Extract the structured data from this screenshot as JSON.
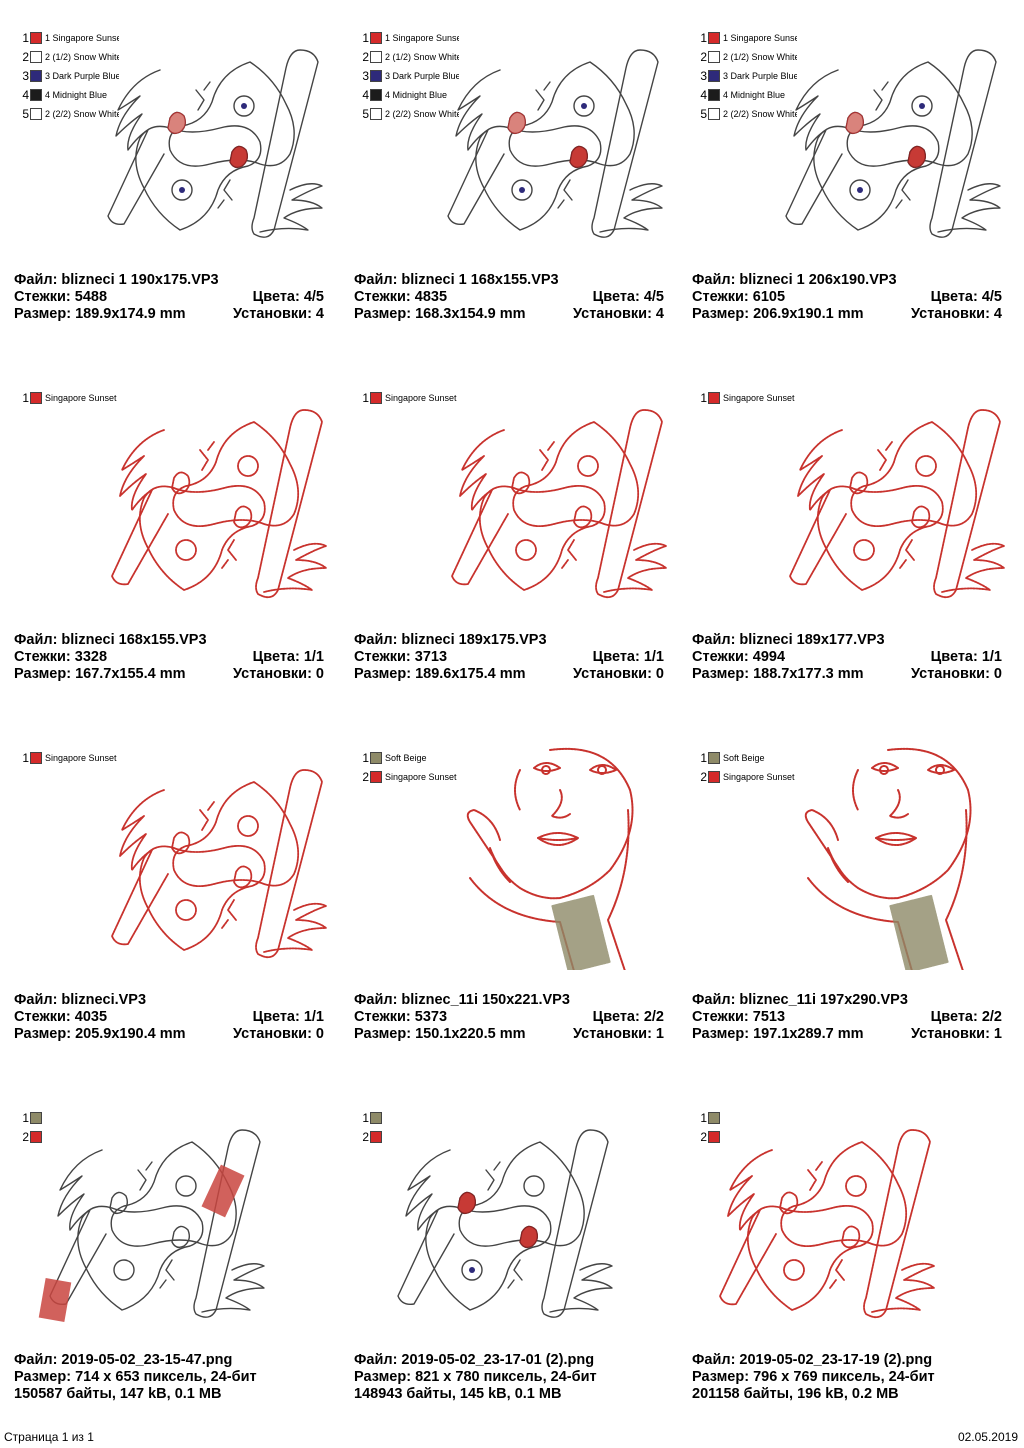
{
  "colors": {
    "singapore_sunset": "#d42a2a",
    "snow_white": "#ffffff",
    "dark_purple_blue": "#2e2a7a",
    "midnight_blue": "#1c1c1c",
    "soft_beige": "#8e8a68",
    "outline_red": "#c8322d",
    "outline_black": "#444444"
  },
  "cells": [
    {
      "legend": [
        {
          "num": "1",
          "swatch": "#d42a2a",
          "name": "1 Singapore Sunset"
        },
        {
          "num": "2",
          "swatch": "#ffffff",
          "name": "2 (1/2) Snow White"
        },
        {
          "num": "3",
          "swatch": "#2e2a7a",
          "name": "3 Dark Purple Blue"
        },
        {
          "num": "4",
          "swatch": "#1c1c1c",
          "name": "4 Midnight Blue"
        },
        {
          "num": "5",
          "swatch": "#ffffff",
          "name": "2 (2/2) Snow White"
        }
      ],
      "lines": [
        {
          "left": "Файл: blizneci 1  190x175.VP3",
          "right": ""
        },
        {
          "left": "Стежки: 5488",
          "right": "Цвета: 4/5"
        },
        {
          "left": "Размер: 189.9x174.9 mm",
          "right": "Установки: 4"
        }
      ]
    },
    {
      "legend": [
        {
          "num": "1",
          "swatch": "#d42a2a",
          "name": "1 Singapore Sunset"
        },
        {
          "num": "2",
          "swatch": "#ffffff",
          "name": "2 (1/2) Snow White"
        },
        {
          "num": "3",
          "swatch": "#2e2a7a",
          "name": "3 Dark Purple Blue"
        },
        {
          "num": "4",
          "swatch": "#1c1c1c",
          "name": "4 Midnight Blue"
        },
        {
          "num": "5",
          "swatch": "#ffffff",
          "name": "2 (2/2) Snow White"
        }
      ],
      "lines": [
        {
          "left": "Файл: blizneci 1 168x155.VP3",
          "right": ""
        },
        {
          "left": "Стежки: 4835",
          "right": "Цвета: 4/5"
        },
        {
          "left": "Размер: 168.3x154.9 mm",
          "right": "Установки: 4"
        }
      ]
    },
    {
      "legend": [
        {
          "num": "1",
          "swatch": "#d42a2a",
          "name": "1 Singapore Sunset"
        },
        {
          "num": "2",
          "swatch": "#ffffff",
          "name": "2 (1/2) Snow White"
        },
        {
          "num": "3",
          "swatch": "#2e2a7a",
          "name": "3 Dark Purple Blue"
        },
        {
          "num": "4",
          "swatch": "#1c1c1c",
          "name": "4 Midnight Blue"
        },
        {
          "num": "5",
          "swatch": "#ffffff",
          "name": "2 (2/2) Snow White"
        }
      ],
      "lines": [
        {
          "left": "Файл: blizneci 1 206x190.VP3",
          "right": ""
        },
        {
          "left": "Стежки: 6105",
          "right": "Цвета: 4/5"
        },
        {
          "left": "Размер: 206.9x190.1 mm",
          "right": "Установки: 4"
        }
      ]
    },
    {
      "legend": [
        {
          "num": "1",
          "swatch": "#d42a2a",
          "name": "Singapore Sunset"
        }
      ],
      "lines": [
        {
          "left": "Файл: blizneci 168x155.VP3",
          "right": ""
        },
        {
          "left": "Стежки: 3328",
          "right": "Цвета: 1/1"
        },
        {
          "left": "Размер: 167.7x155.4 mm",
          "right": "Установки: 0"
        }
      ]
    },
    {
      "legend": [
        {
          "num": "1",
          "swatch": "#d42a2a",
          "name": "Singapore Sunset"
        }
      ],
      "lines": [
        {
          "left": "Файл: blizneci 189x175.VP3",
          "right": ""
        },
        {
          "left": "Стежки: 3713",
          "right": "Цвета: 1/1"
        },
        {
          "left": "Размер: 189.6x175.4 mm",
          "right": "Установки: 0"
        }
      ]
    },
    {
      "legend": [
        {
          "num": "1",
          "swatch": "#d42a2a",
          "name": "Singapore Sunset"
        }
      ],
      "lines": [
        {
          "left": "Файл: blizneci 189x177.VP3",
          "right": ""
        },
        {
          "left": "Стежки: 4994",
          "right": "Цвета: 1/1"
        },
        {
          "left": "Размер: 188.7x177.3 mm",
          "right": "Установки: 0"
        }
      ]
    },
    {
      "legend": [
        {
          "num": "1",
          "swatch": "#d42a2a",
          "name": "Singapore Sunset"
        }
      ],
      "lines": [
        {
          "left": "Файл: blizneci.VP3",
          "right": ""
        },
        {
          "left": "Стежки: 4035",
          "right": "Цвета: 1/1"
        },
        {
          "left": "Размер: 205.9x190.4 mm",
          "right": "Установки: 0"
        }
      ]
    },
    {
      "legend": [
        {
          "num": "1",
          "swatch": "#8e8a68",
          "name": "Soft Beige"
        },
        {
          "num": "2",
          "swatch": "#d42a2a",
          "name": "Singapore Sunset"
        }
      ],
      "lines": [
        {
          "left": "Файл: bliznec_11i  150x221.VP3",
          "right": ""
        },
        {
          "left": "Стежки: 5373",
          "right": "Цвета: 2/2"
        },
        {
          "left": "Размер: 150.1x220.5 mm",
          "right": "Установки: 1"
        }
      ]
    },
    {
      "legend": [
        {
          "num": "1",
          "swatch": "#8e8a68",
          "name": "Soft Beige"
        },
        {
          "num": "2",
          "swatch": "#d42a2a",
          "name": "Singapore Sunset"
        }
      ],
      "lines": [
        {
          "left": "Файл: bliznec_11i  197x290.VP3",
          "right": ""
        },
        {
          "left": "Стежки: 7513",
          "right": "Цвета: 2/2"
        },
        {
          "left": "Размер: 197.1x289.7 mm",
          "right": "Установки: 1"
        }
      ]
    },
    {
      "legend": [
        {
          "num": "1",
          "swatch": "#8e8a68",
          "name": ""
        },
        {
          "num": "2",
          "swatch": "#d42a2a",
          "name": ""
        }
      ],
      "lines": [
        {
          "left": "Файл: 2019-05-02_23-15-47.png",
          "right": ""
        },
        {
          "left": "Размер: 714 x 653 пиксель, 24-бит",
          "right": ""
        },
        {
          "left": "150587 байты, 147 kB, 0.1 MB",
          "right": ""
        }
      ]
    },
    {
      "legend": [
        {
          "num": "1",
          "swatch": "#8e8a68",
          "name": ""
        },
        {
          "num": "2",
          "swatch": "#d42a2a",
          "name": ""
        }
      ],
      "lines": [
        {
          "left": "Файл: 2019-05-02_23-17-01 (2).png",
          "right": ""
        },
        {
          "left": "Размер: 821 x 780 пиксель, 24-бит",
          "right": ""
        },
        {
          "left": "148943 байты, 145 kB, 0.1 MB",
          "right": ""
        }
      ]
    },
    {
      "legend": [
        {
          "num": "1",
          "swatch": "#8e8a68",
          "name": ""
        },
        {
          "num": "2",
          "swatch": "#d42a2a",
          "name": ""
        }
      ],
      "lines": [
        {
          "left": "Файл: 2019-05-02_23-17-19 (2).png",
          "right": ""
        },
        {
          "left": "Размер: 796 x 769 пиксель, 24-бит",
          "right": ""
        },
        {
          "left": "201158 байты, 196 kB, 0.2 MB",
          "right": ""
        }
      ]
    }
  ],
  "footer": {
    "page_label": "Страница 1 из 1",
    "date": "02.05.2019"
  }
}
